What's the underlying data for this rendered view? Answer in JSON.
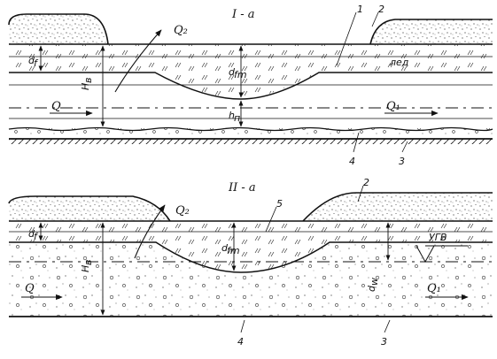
{
  "diagram": {
    "top_section": {
      "title": "I - a",
      "labels": {
        "q2": "Q₂",
        "num1": "1",
        "num2": "2",
        "num3": "3",
        "num4": "4",
        "ice": "лед",
        "df": "d",
        "df_sub": "f",
        "dfm": "d",
        "dfm_sub": "fm",
        "hb": "H",
        "hb_sub": "в",
        "hn": "h",
        "hn_sub": "п",
        "q": "Q",
        "q1": "Q₁"
      }
    },
    "bottom_section": {
      "title": "II - a",
      "labels": {
        "q2": "Q₂",
        "num2": "2",
        "num3": "3",
        "num4": "4",
        "num5": "5",
        "ugv": "УГВ",
        "df": "d",
        "df_sub": "f",
        "dfm": "d",
        "dfm_sub": "fm",
        "hb": "H",
        "hb_sub": "в",
        "dw": "d",
        "dw_sub": "w",
        "q": "Q",
        "q1": "Q₁"
      }
    },
    "colors": {
      "line": "#111111",
      "background": "#ffffff"
    }
  }
}
